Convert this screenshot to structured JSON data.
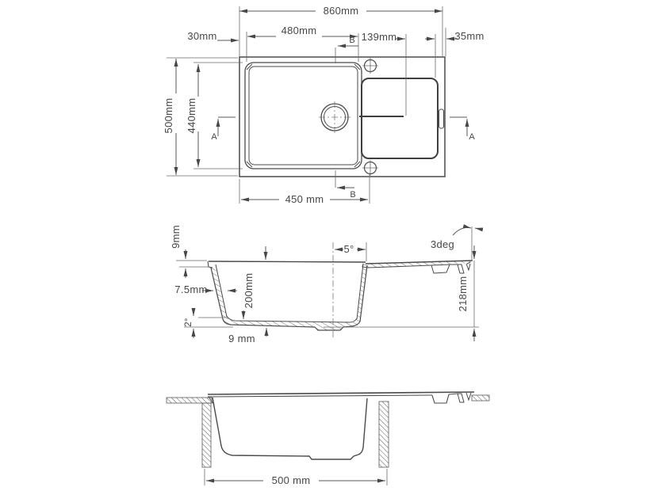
{
  "top_view": {
    "overall_width": "860mm",
    "left_edge_offset": "30mm",
    "bowl_width": "480mm",
    "drainer_length": "139mm",
    "right_edge_offset": "35mm",
    "overall_depth": "500mm",
    "bowl_depth": "440mm",
    "drain_offset": "450 mm",
    "section_a": "A",
    "section_b": "B"
  },
  "section_view": {
    "rim_thickness": "9mm",
    "wall_thickness": "7.5mm",
    "bowl_inner_depth": "200mm",
    "base_angle": "2°",
    "base_thickness": "9 mm",
    "wall_angle": "5°",
    "drainer_angle": "3deg",
    "overall_height": "218mm"
  },
  "front_view": {
    "cabinet_width": "500 mm"
  },
  "colors": {
    "line": "#474747",
    "dimension": "#5a5a5a",
    "background": "#ffffff"
  }
}
